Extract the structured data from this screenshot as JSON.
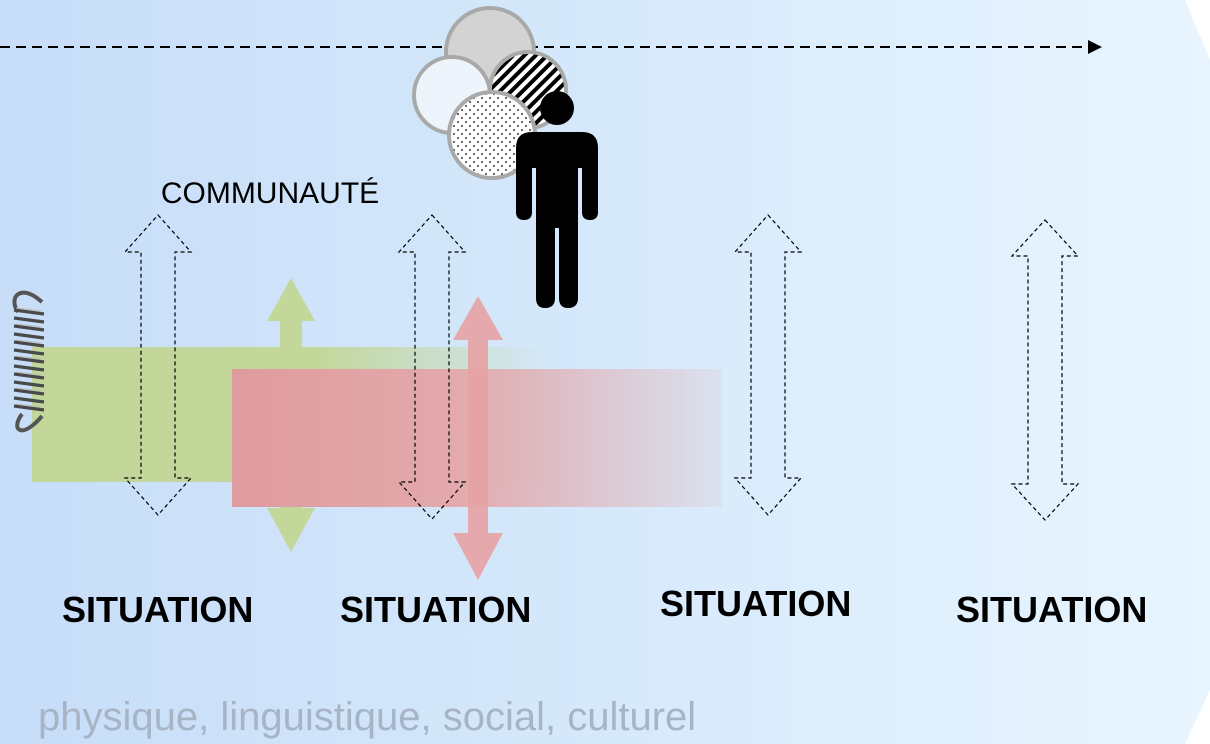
{
  "community_label": "COMMUNAUTÉ",
  "situations": [
    {
      "label": "SITUATION"
    },
    {
      "label": "SITUATION"
    },
    {
      "label": "SITUATION"
    },
    {
      "label": "SITUATION"
    }
  ],
  "footer_text": "physique, linguistique, social, culturel",
  "colors": {
    "background_left": "#c9dffa",
    "background_right": "#e6f3fd",
    "green_band": "#c5d89c",
    "red_band": "#e19a9c",
    "person": "#000000",
    "footer_text": "#a9b6c8",
    "dashed_line": "#000000"
  },
  "icons": {
    "spring": "spring-icon",
    "person": "person-icon",
    "overlapping_circles": "identity-circles-icon"
  }
}
